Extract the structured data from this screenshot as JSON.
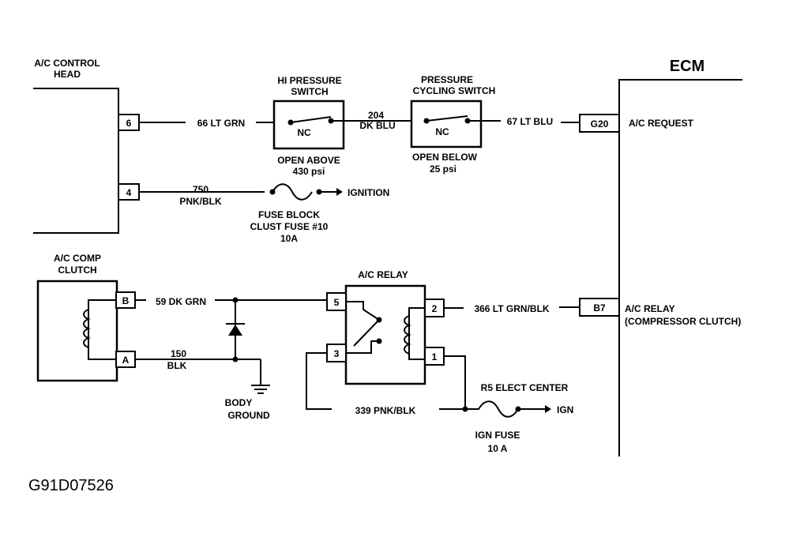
{
  "ecm": {
    "title": "ECM",
    "pin_g20": "G20",
    "label_ac_request": "A/C REQUEST",
    "pin_b7": "B7",
    "label_ac_relay_1": "A/C RELAY",
    "label_ac_relay_2": "(COMPRESSOR CLUTCH)"
  },
  "control_head": {
    "title_1": "A/C CONTROL",
    "title_2": "HEAD",
    "pin_6": "6",
    "pin_4": "4"
  },
  "wires": {
    "w66": "66 LT GRN",
    "w204_1": "204",
    "w204_2": "DK BLU",
    "w67": "67 LT BLU",
    "w750_1": "750",
    "w750_2": "PNK/BLK",
    "w59": "59 DK GRN",
    "w150_1": "150",
    "w150_2": "BLK",
    "w366": "366 LT GRN/BLK",
    "w339": "339 PNK/BLK"
  },
  "hi_pressure_switch": {
    "title_1": "HI PRESSURE",
    "title_2": "SWITCH",
    "nc": "NC",
    "note_1": "OPEN ABOVE",
    "note_2": "430 psi"
  },
  "cycling_switch": {
    "title_1": "PRESSURE",
    "title_2": "CYCLING SWITCH",
    "nc": "NC",
    "note_1": "OPEN BELOW",
    "note_2": "25 psi"
  },
  "fuse_block": {
    "ignition": "IGNITION",
    "label_1": "FUSE BLOCK",
    "label_2": "CLUST FUSE #10",
    "label_3": "10A"
  },
  "comp_clutch": {
    "title_1": "A/C COMP",
    "title_2": "CLUTCH",
    "pin_b": "B",
    "pin_a": "A"
  },
  "ground": {
    "label_1": "BODY",
    "label_2": "GROUND"
  },
  "relay": {
    "title": "A/C RELAY",
    "pin_5": "5",
    "pin_3": "3",
    "pin_2": "2",
    "pin_1": "1"
  },
  "ign_fuse": {
    "center": "R5 ELECT CENTER",
    "ign": "IGN",
    "label_1": "IGN FUSE",
    "label_2": "10 A"
  },
  "figure_code": "G91D07526"
}
